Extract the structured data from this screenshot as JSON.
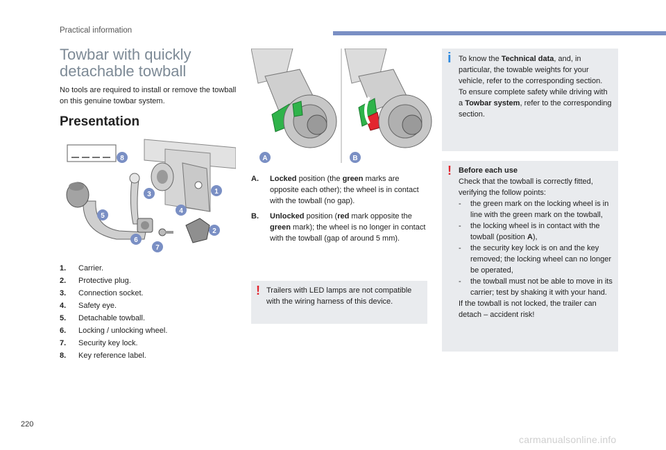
{
  "header": {
    "section": "Practical information"
  },
  "title": "Towbar with quickly detachable towball",
  "intro": "No tools are required to install or remove the towball on this genuine towbar system.",
  "subheading": "Presentation",
  "callouts": [
    "1",
    "2",
    "3",
    "4",
    "5",
    "6",
    "7",
    "8"
  ],
  "view_labels": [
    "A",
    "B"
  ],
  "parts": [
    {
      "num": "1.",
      "label": "Carrier."
    },
    {
      "num": "2.",
      "label": "Protective plug."
    },
    {
      "num": "3.",
      "label": "Connection socket."
    },
    {
      "num": "4.",
      "label": "Safety eye."
    },
    {
      "num": "5.",
      "label": "Detachable towball."
    },
    {
      "num": "6.",
      "label": "Locking / unlocking wheel."
    },
    {
      "num": "7.",
      "label": "Security key lock."
    },
    {
      "num": "8.",
      "label": "Key reference label."
    }
  ],
  "positions": {
    "a_label": "A.",
    "a_bold": "Locked",
    "a_t1": " position (the ",
    "a_green": "green",
    "a_t2": " marks are opposite each other); the wheel is in contact with the towball (no gap).",
    "b_label": "B.",
    "b_bold": "Unlocked",
    "b_t1": " position (",
    "b_red": "red",
    "b_t2": " mark opposite the ",
    "b_green": "green",
    "b_t3": " mark); the wheel is no longer in contact with the towball (gap of around 5 mm)."
  },
  "warn_led": "Trailers with LED lamps are not compatible with the wiring harness of this device.",
  "info": {
    "t1": "To know the ",
    "b1": "Technical data",
    "t2": ", and, in particular, the towable weights for your vehicle, refer to the corresponding section.",
    "t3": "To ensure complete safety while driving with a ",
    "b2": "Towbar system",
    "t4": ", refer to the corresponding section."
  },
  "before_use": {
    "heading": "Before each use",
    "intro": "Check that the towball is correctly fitted, verifying the follow points:",
    "bullets": [
      "the green mark on the locking wheel is in line with the green mark on the towball,",
      "the locking wheel is in contact with the towball (position ",
      "the security key lock is on and the key removed; the locking wheel can no longer be operated,",
      "the towball must not be able to move in its carrier; test by shaking it with your hand."
    ],
    "bullet2_ref": "A",
    "bullet2_end": "),",
    "dash": "-",
    "closing": "If the towball is not locked, the trailer can detach – accident risk!"
  },
  "icons": {
    "warning": "!",
    "info": "i"
  },
  "colors": {
    "accent_blue": "#7a8fc4",
    "badge_blue": "#2f8be0",
    "warning_red": "#e3262f",
    "green_mark": "#2fb34a"
  },
  "page_number": "220",
  "watermark": "carmanualsonline.info"
}
